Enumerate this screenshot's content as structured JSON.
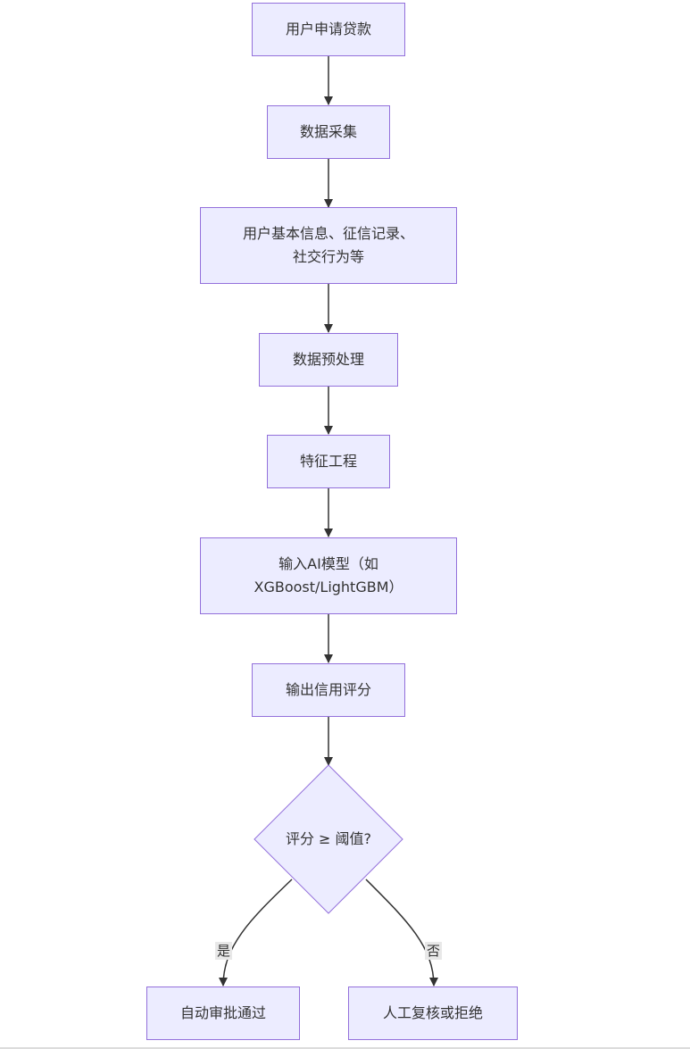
{
  "flowchart": {
    "nodes": {
      "apply": "用户申请贷款",
      "collect": "数据采集",
      "info_line1": "用户基本信息、征信记录、",
      "info_line2": "社交行为等",
      "preprocess": "数据预处理",
      "feature": "特征工程",
      "model_line1": "输入AI模型（如",
      "model_line2": "XGBoost/LightGBM）",
      "score": "输出信用评分",
      "decision": "评分 ≥ 阈值?",
      "approve": "自动审批通过",
      "review": "人工复核或拒绝"
    },
    "edge_labels": {
      "yes": "是",
      "no": "否"
    }
  },
  "colors": {
    "node_fill": "#ececff",
    "node_border": "#9370db",
    "edge": "#333333",
    "edge_label_bg": "#e8e8e8"
  }
}
